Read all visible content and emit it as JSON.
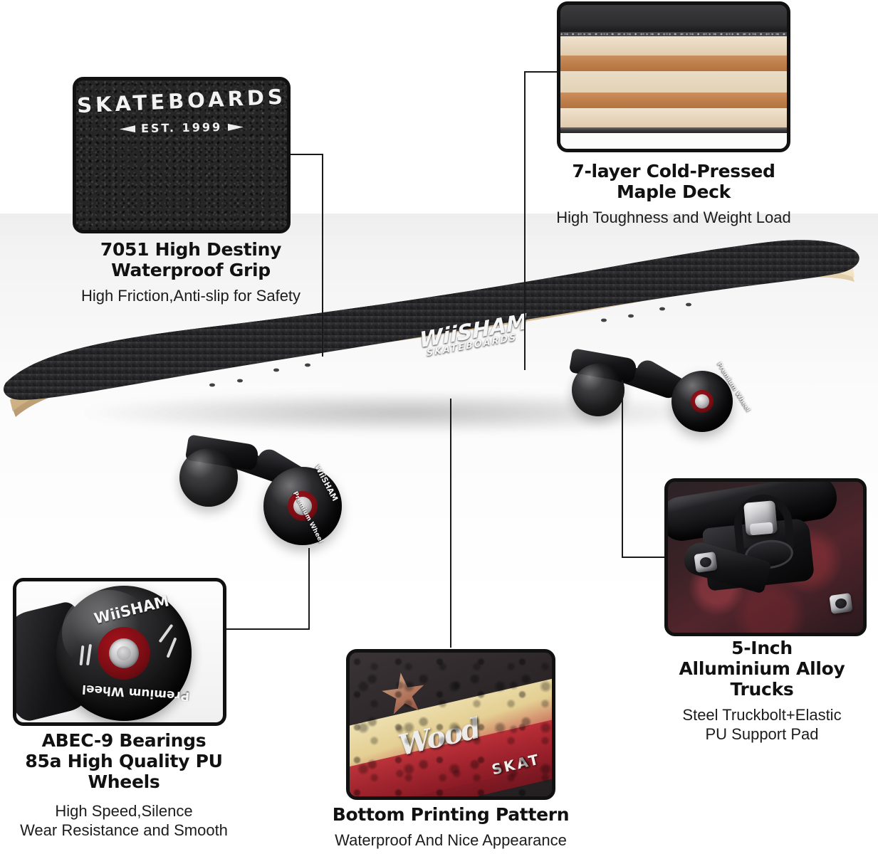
{
  "brand": {
    "name": "WiiSHAM",
    "sub": "SKATEBOARDS",
    "est_tag": "EST. 1999",
    "wheel_brand": "WiiSHAM",
    "wheel_sub": "Premium Wheel"
  },
  "grip_inset": {
    "word": "SKATEBOARDS",
    "est": "EST. 1999"
  },
  "print_inset": {
    "script": "Wood",
    "skat": "SKAT"
  },
  "callouts": [
    {
      "id": "grip",
      "title_line1": "7051 High Destiny",
      "title_line2": "Waterproof Grip",
      "subtitle_line1": "High Friction,Anti-slip for Safety",
      "subtitle_line2": ""
    },
    {
      "id": "deck",
      "title_line1": "7-layer Cold-Pressed",
      "title_line2": "Maple Deck",
      "subtitle_line1": "High Toughness and Weight Load",
      "subtitle_line2": ""
    },
    {
      "id": "trucks",
      "title_line1": "5-Inch",
      "title_line2": "Alluminium Alloy Trucks",
      "subtitle_line1": "Steel Truckbolt+Elastic",
      "subtitle_line2": "PU Support Pad"
    },
    {
      "id": "wheels",
      "title_line1": "ABEC-9 Bearings",
      "title_line2": "85a High Quality PU Wheels",
      "subtitle_line1": "High Speed,Silence",
      "subtitle_line2": "Wear Resistance and Smooth"
    },
    {
      "id": "print",
      "title_line1": "Bottom Printing Pattern",
      "title_line2": "",
      "subtitle_line1": "Waterproof And Nice Appearance",
      "subtitle_line2": ""
    }
  ],
  "colors": {
    "background": "#ffffff",
    "text": "#111111",
    "border": "#111111",
    "grip_tape": "#262626",
    "maple_pale": "#ece0c8",
    "maple_red": "#bf7f4c",
    "wheel_hub_red": "#7d0d14",
    "truck_bg_red": "#52252c"
  }
}
